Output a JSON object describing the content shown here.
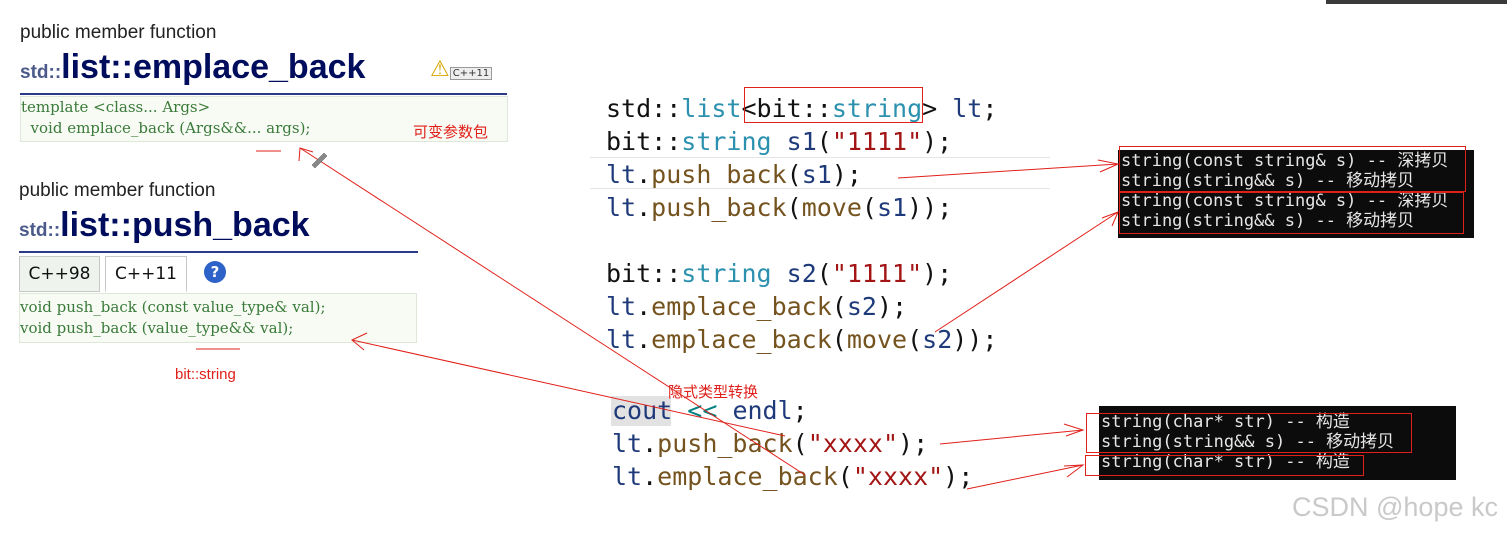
{
  "ref_top": {
    "kind": "public member function",
    "ns": "std::",
    "cls": "list",
    "sep": "::",
    "fname": "emplace_back",
    "badge": "C++11",
    "decl_line1": "template <class... Args>",
    "decl_line2": "  void emplace_back (Args&&... args);",
    "note": "可变参数包"
  },
  "ref_bottom": {
    "kind": "public member function",
    "ns": "std::",
    "cls": "list",
    "sep": "::",
    "fname": "push_back",
    "tabs": [
      "C++98",
      "C++11"
    ],
    "help": "?",
    "decl_line1": "void push_back (const value_type& val);",
    "decl_line2": "void push_back (value_type&& val);",
    "note": "bit::string"
  },
  "annotation": "隐式类型转换",
  "console1": {
    "line1": "string(const string& s) -- 深拷贝",
    "line2": "string(string&& s) -- 移动拷贝",
    "line3": "string(const string& s) -- 深拷贝",
    "line4": "string(string&& s) -- 移动拷贝"
  },
  "console2": {
    "line1": "string(char* str) -- 构造",
    "line2": "string(string&& s) -- 移动拷贝",
    "line3": "string(char* str) -- 构造"
  },
  "watermark": "CSDN @hope kc",
  "colors": {
    "title": "#000c5c",
    "annotation_red": "#e0201a",
    "string_literal": "#a31515",
    "type": "#2b91af"
  }
}
